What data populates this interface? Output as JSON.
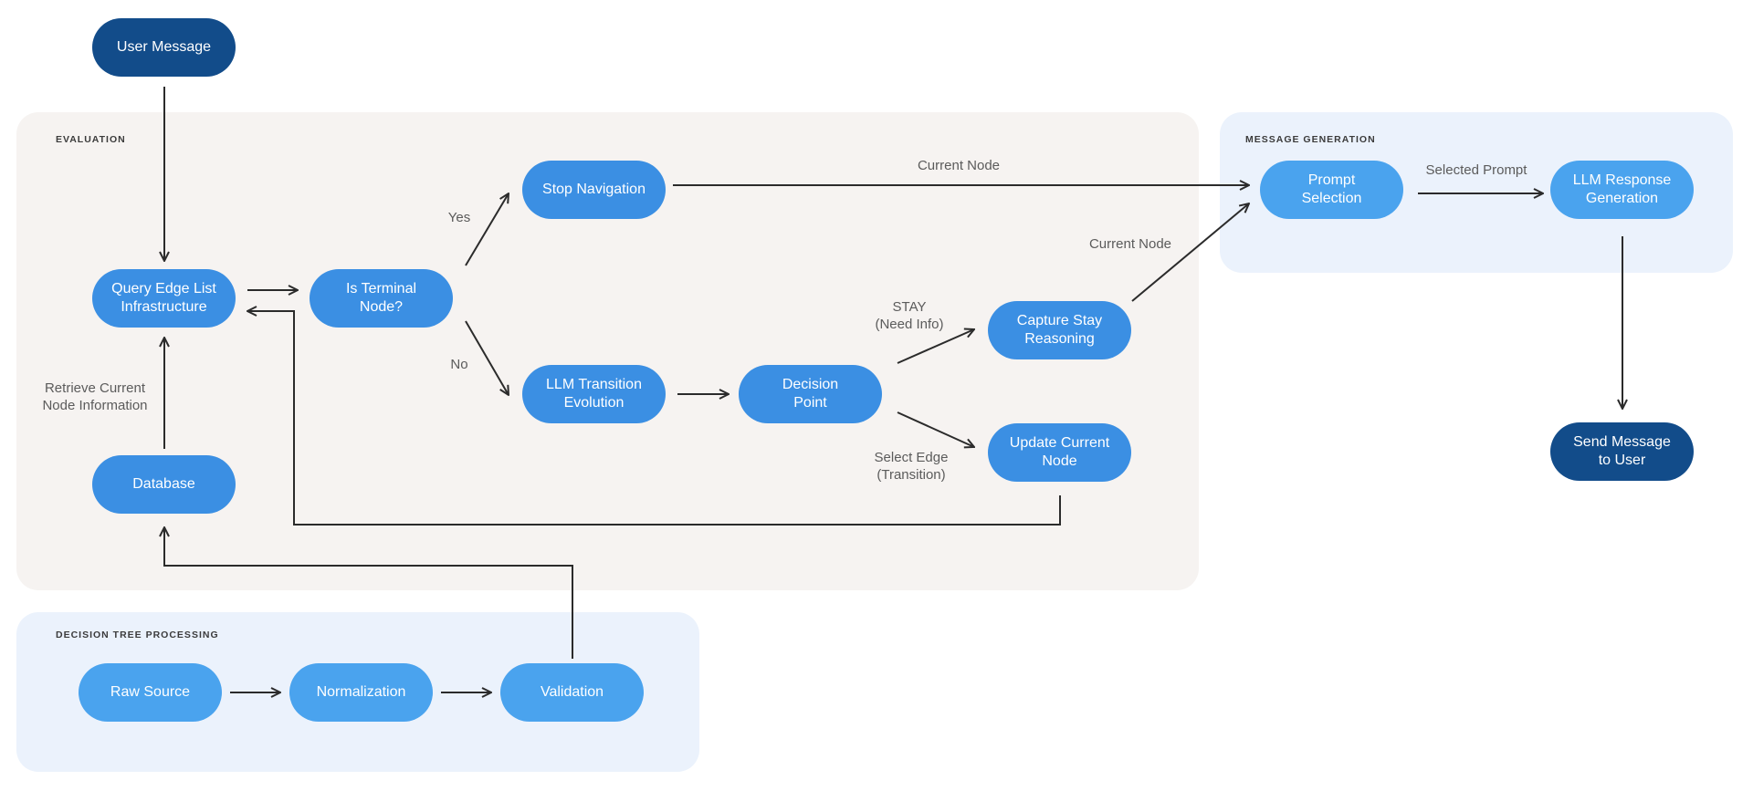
{
  "groups": {
    "evaluation": "EVALUATION",
    "message_generation": "MESSAGE GENERATION",
    "decision_tree_processing": "DECISION TREE PROCESSING"
  },
  "nodes": {
    "user_message": "User Message",
    "query_edge_list": "Query Edge List\nInfrastructure",
    "is_terminal": "Is Terminal\nNode?",
    "stop_navigation": "Stop Navigation",
    "llm_transition": "LLM Transition\nEvolution",
    "decision_point": "Decision\nPoint",
    "capture_stay": "Capture Stay\nReasoning",
    "update_current": "Update Current\nNode",
    "database": "Database",
    "prompt_selection": "Prompt\nSelection",
    "llm_response": "LLM Response\nGeneration",
    "send_message": "Send Message\nto User",
    "raw_source": "Raw Source",
    "normalization": "Normalization",
    "validation": "Validation"
  },
  "edge_labels": {
    "yes": "Yes",
    "no": "No",
    "current_node_top": "Current Node",
    "current_node_mid": "Current Node",
    "selected_prompt": "Selected Prompt",
    "stay": "STAY\n(Need Info)",
    "select_edge": "Select Edge\n(Transition)",
    "retrieve": "Retrieve Current\nNode Information"
  },
  "colors": {
    "node_mid": "#3b8fe3",
    "node_light": "#4aa3ee",
    "node_dark": "#124c8a",
    "evaluation_bg": "#f6f3f1",
    "blue_group_bg": "#ebf2fc",
    "edge": "#2b2b2b"
  }
}
